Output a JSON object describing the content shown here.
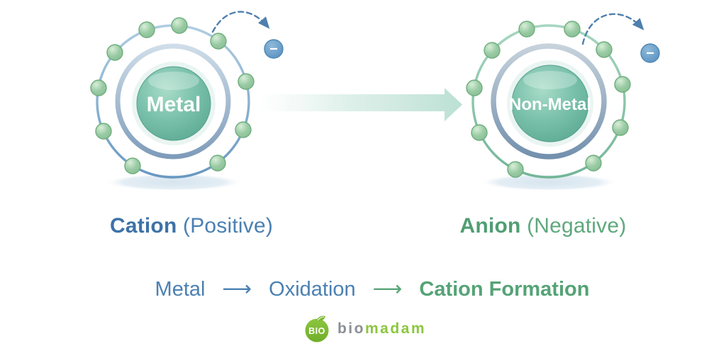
{
  "left_atom": {
    "nucleus_label": "Metal",
    "shells": 2,
    "outer_electron_count": 10,
    "ejected_electron_sign": "−"
  },
  "right_atom": {
    "nucleus_label": "Non-Metal",
    "shells": 2,
    "outer_electron_count": 10,
    "ejected_electron_sign": "−"
  },
  "labels": {
    "cation_bold": "Cation",
    "cation_suffix": " (Positive)",
    "anion_bold": "Anion",
    "anion_suffix": " (Negative)"
  },
  "flow": {
    "step1": "Metal",
    "arrow1": "⟶",
    "step2": "Oxidation",
    "arrow2": "⟶",
    "step3": "Cation Formation"
  },
  "logo": {
    "badge_text": "BIO",
    "brand_gray": "bio",
    "brand_green": "madam"
  },
  "colors": {
    "accent_blue": "#4b80b2",
    "accent_green": "#55a376",
    "electron_green": "#9acba4",
    "ejected_electron_blue": "#6b9fca",
    "nucleus_teal": "#7cc2ac",
    "logo_lime": "#8cc63f",
    "logo_gray": "#8a8f94"
  }
}
